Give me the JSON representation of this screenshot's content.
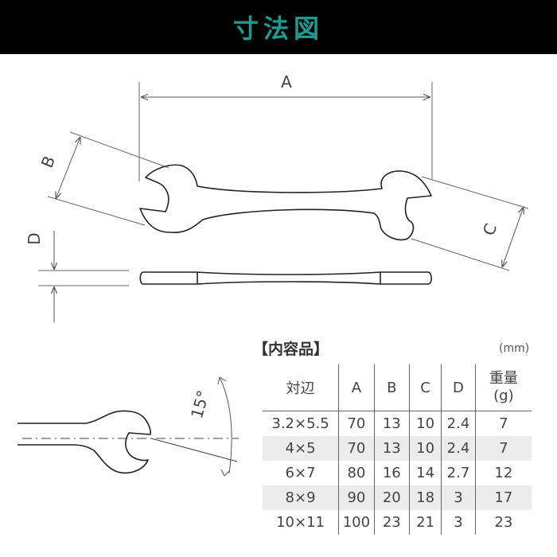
{
  "header": {
    "title": "寸法図"
  },
  "dimensions": {
    "a": "A",
    "b": "B",
    "c": "C",
    "d": "D",
    "angle": "15°"
  },
  "contents": {
    "title": "【内容品】",
    "unit": "(mm)",
    "columns": {
      "size": "対辺",
      "a": "A",
      "b": "B",
      "c": "C",
      "d": "D",
      "weight_line1": "重量",
      "weight_line2": "(g)"
    },
    "rows": [
      {
        "size": "3.2×5.5",
        "a": "70",
        "b": "13",
        "c": "10",
        "d": "2.4",
        "weight": "7"
      },
      {
        "size": "4×5",
        "a": "70",
        "b": "13",
        "c": "10",
        "d": "2.4",
        "weight": "7"
      },
      {
        "size": "6×7",
        "a": "80",
        "b": "16",
        "c": "14",
        "d": "2.7",
        "weight": "12"
      },
      {
        "size": "8×9",
        "a": "90",
        "b": "20",
        "c": "18",
        "d": "3",
        "weight": "17"
      },
      {
        "size": "10×11",
        "a": "100",
        "b": "23",
        "c": "21",
        "d": "3",
        "weight": "23"
      }
    ]
  },
  "colors": {
    "header_background": "#000000",
    "header_text": "#1f9a8e",
    "line": "#222222",
    "row_shade": "#ececec"
  }
}
